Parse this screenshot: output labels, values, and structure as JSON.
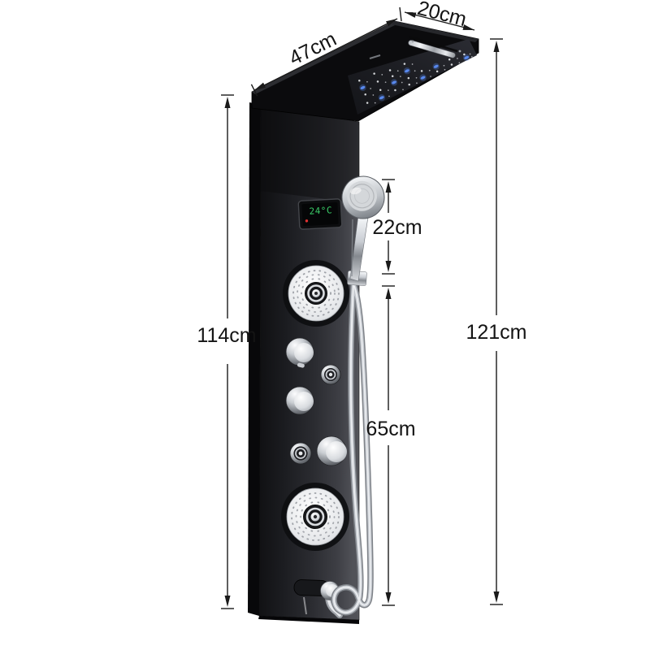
{
  "image_type": "product-dimension-diagram",
  "product_name": "led-shower-panel-system",
  "annotations": {
    "head_length": "47cm",
    "head_depth": "20cm",
    "hand_shower": "22cm",
    "panel_height": "114cm",
    "total_height": "121cm",
    "lower_section": "65cm"
  },
  "display": {
    "temperature": "24°C"
  },
  "colors": {
    "background": "#ffffff",
    "panel_black": "#1c1d21",
    "chrome": "#d7dade",
    "led_blue": "#5b8cf5",
    "display_green": "#3bd06a",
    "annotation_ink": "#1a1a1a"
  }
}
